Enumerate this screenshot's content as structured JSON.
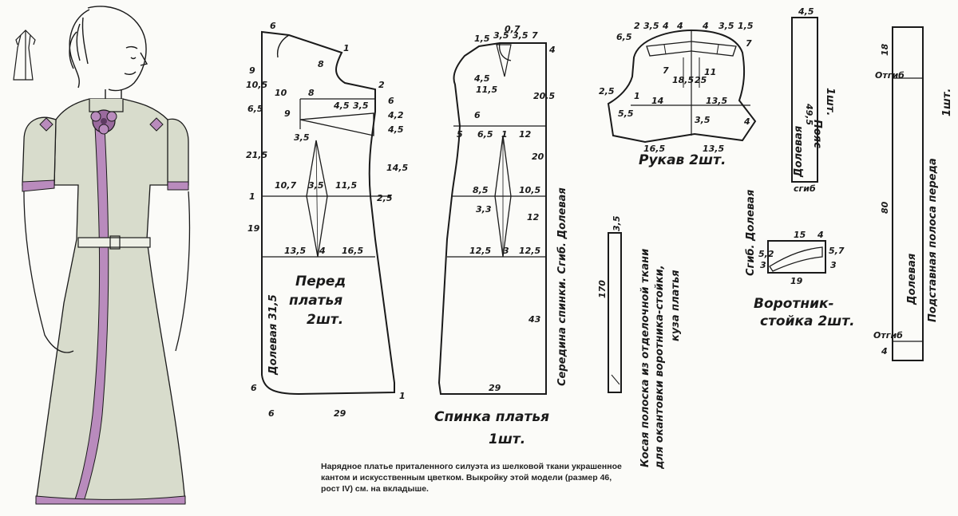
{
  "colors": {
    "paper": "#fbfbf8",
    "ink": "#1a1a1a",
    "dress": "#d8dccc",
    "trim": "#b98bbd",
    "flower": "#9a6a9e"
  },
  "pieces": {
    "front": {
      "title_line1": "Перед",
      "title_line2": "платья",
      "title_line3": "2шт.",
      "grain": "Долевая 31,5",
      "dims": [
        "6",
        "9",
        "10,5",
        "6,5",
        "21,5",
        "1",
        "19",
        "2",
        "4,5",
        "3,5",
        "6",
        "4,2",
        "4,5",
        "14,5",
        "2,5",
        "10",
        "8",
        "9",
        "3,5",
        "8",
        "1",
        "10,7",
        "3,5",
        "11,5",
        "13,5",
        "4",
        "16,5",
        "6",
        "1",
        "6",
        "29"
      ]
    },
    "back": {
      "title_line1": "Спинка платья",
      "title_line2": "1шт.",
      "side_label": "Середина спинки. Сгиб. Долевая",
      "dims": [
        "1,5",
        "3,5",
        "0,7",
        "3,5",
        "7",
        "4",
        "4,5",
        "11,5",
        "20,5",
        "6",
        "5",
        "6,5",
        "1",
        "12",
        "20",
        "8,5",
        "10,5",
        "3,3",
        "12",
        "12,5",
        "3",
        "12,5",
        "43",
        "29"
      ]
    },
    "sleeve": {
      "title": "Рукав 2шт.",
      "dims": [
        "6,5",
        "2",
        "3,5",
        "4",
        "4",
        "4",
        "3,5",
        "1,5",
        "7",
        "2,5",
        "7",
        "18,5",
        "25",
        "1",
        "11",
        "5,5",
        "14",
        "13,5",
        "4",
        "3,5",
        "16,5",
        "13,5"
      ]
    },
    "bias": {
      "label_line1": "Косая полоска из отделочной ткани",
      "label_line2": "для окантовки воротника-стойки,",
      "label_line3": "куза платья",
      "dims": [
        "3,5",
        "170"
      ]
    },
    "belt": {
      "label_line1": "Долевая",
      "label_line2": "Пояс",
      "label_line3": "1шт.",
      "dims": [
        "4,5",
        "49,5",
        "сгиб"
      ]
    },
    "collar": {
      "title_line1": "Воротник-",
      "title_line2": "стойка 2шт.",
      "side_label": "Сгиб. Долевая",
      "dims": [
        "15",
        "4",
        "5,2",
        "3",
        "5,7",
        "3",
        "19"
      ]
    },
    "facing": {
      "label_line1": "Долевая",
      "label_line2": "Подставная полоса переда",
      "label_line3": "1шт.",
      "dims": [
        "18",
        "Отгиб",
        "80",
        "Отгиб",
        "4"
      ]
    }
  },
  "caption": "Нарядное платье приталенного силуэта из шелковой ткани украшенное кантом и искусственным цветком. Выкройку этой модели (размер 46, рост IV) см. на вкладыше."
}
